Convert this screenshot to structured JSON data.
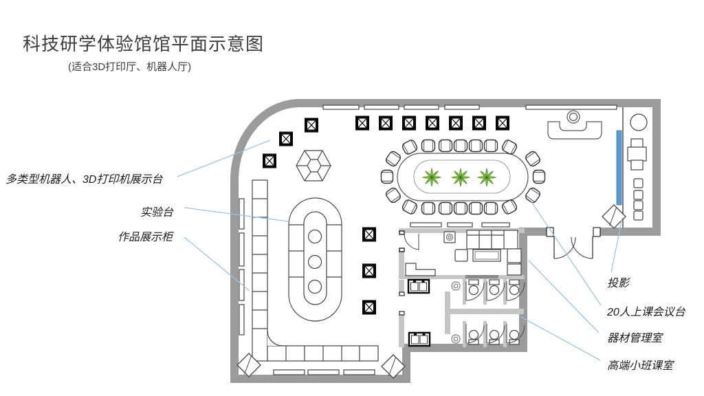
{
  "header": {
    "title": "科技研学体验馆馆平面示意图",
    "subtitle": "(适合3D打印厅、机器人厅)"
  },
  "annotations": {
    "left": [
      {
        "text": "多类型机器人、3D打印机展示台",
        "points_to": "display-pedestals"
      },
      {
        "text": "实验台",
        "points_to": "experiment-table"
      },
      {
        "text": "作品展示柜",
        "points_to": "display-cabinet"
      }
    ],
    "right": [
      {
        "text": "投影",
        "points_to": "projector"
      },
      {
        "text": "20人上课会议台",
        "points_to": "conference-table"
      },
      {
        "text": "器材管理室",
        "points_to": "equipment-room"
      },
      {
        "text": "高端小班课室",
        "points_to": "small-class-room"
      }
    ]
  },
  "colors": {
    "wall_gray": "#9b9b9b",
    "partition_gray": "#c6c6c6",
    "screen_blue": "#5B9BD5",
    "leader_blue": "#9DC3E6",
    "plant_green": "#7DC242",
    "pedestal_black": "#000000"
  }
}
